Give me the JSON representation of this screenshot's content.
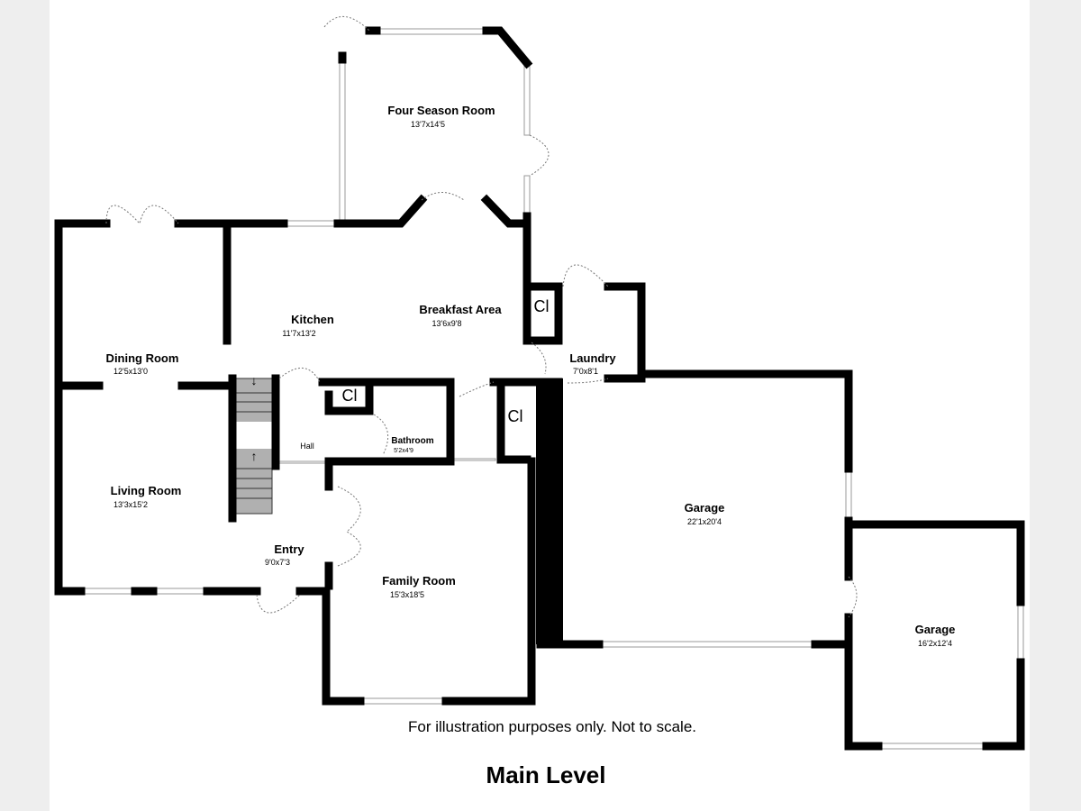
{
  "rooms": {
    "four_season": {
      "name": "Four Season Room",
      "dim": "13'7x14'5"
    },
    "kitchen": {
      "name": "Kitchen",
      "dim": "11'7x13'2"
    },
    "breakfast": {
      "name": "Breakfast Area",
      "dim": "13'6x9'8"
    },
    "dining": {
      "name": "Dining Room",
      "dim": "12'5x13'0"
    },
    "laundry": {
      "name": "Laundry",
      "dim": "7'0x8'1"
    },
    "hall": {
      "name": "Hall"
    },
    "bathroom": {
      "name": "Bathroom",
      "dim": "5'2x4'9"
    },
    "living": {
      "name": "Living Room",
      "dim": "13'3x15'2"
    },
    "entry": {
      "name": "Entry",
      "dim": "9'0x7'3"
    },
    "family": {
      "name": "Family Room",
      "dim": "15'3x18'5"
    },
    "garage1": {
      "name": "Garage",
      "dim": "22'1x20'4"
    },
    "garage2": {
      "name": "Garage",
      "dim": "16'2x12'4"
    }
  },
  "closets": [
    "Cl",
    "Cl",
    "Cl"
  ],
  "stairs": {
    "down": "↓",
    "up": "↑"
  },
  "disclaimer": "For illustration purposes only. Not to scale.",
  "level_title": "Main Level"
}
